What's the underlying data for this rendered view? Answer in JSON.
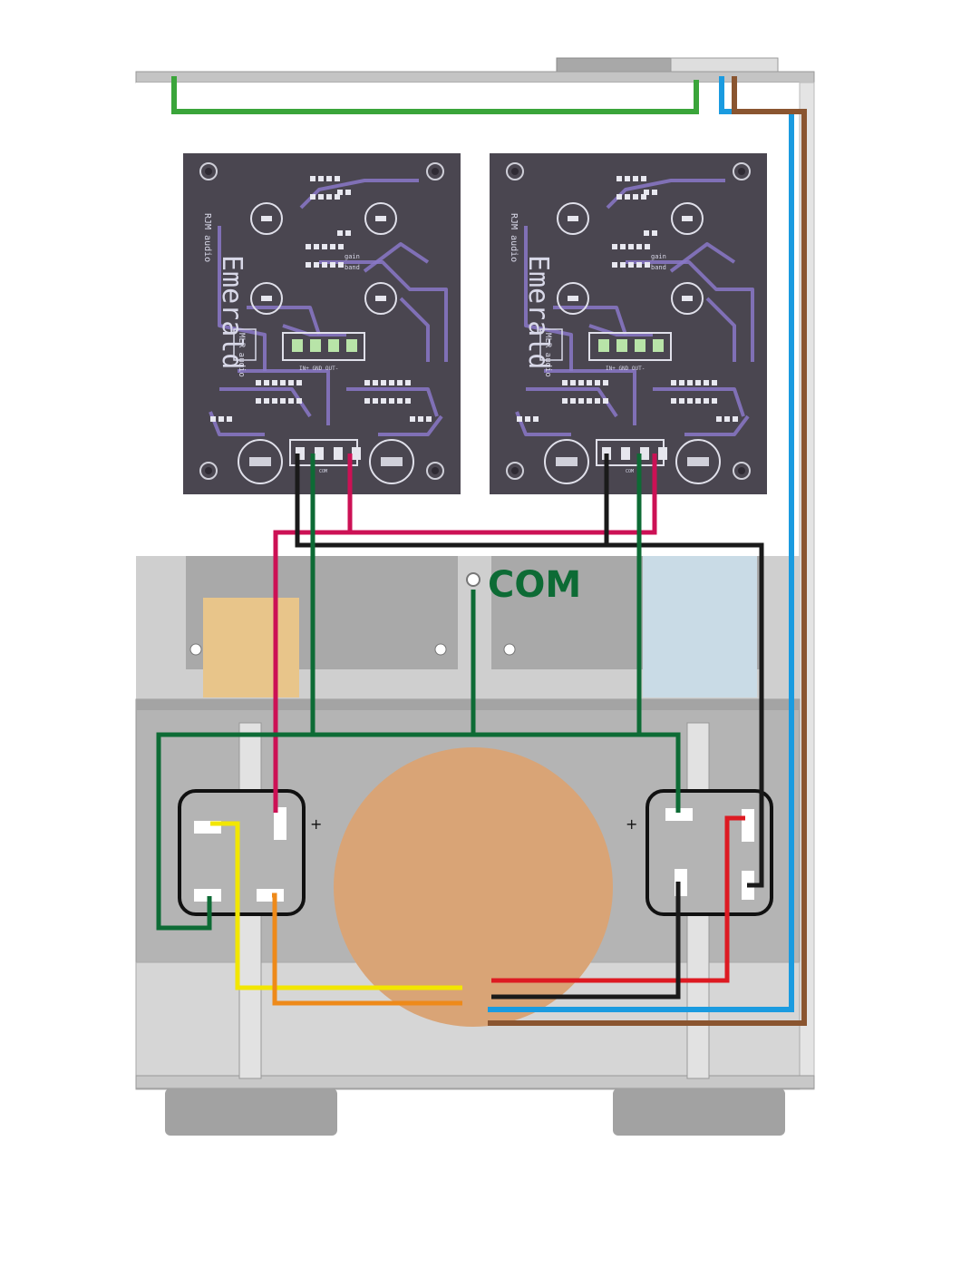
{
  "diagram": {
    "com_label": "COM",
    "plus_left": "+",
    "plus_right": "+",
    "boards": [
      {
        "name_text": "Emerald",
        "brand_text": "RJM audio",
        "logo_text": "MLR audio",
        "labels": {
          "gain": "gain",
          "band": "band",
          "com": "COM",
          "inout": "IN+ GND OUT-"
        }
      },
      {
        "name_text": "Emerald",
        "brand_text": "RJM audio",
        "logo_text": "MLR audio",
        "labels": {
          "gain": "gain",
          "band": "band",
          "com": "COM",
          "inout": "IN+ GND OUT-"
        }
      }
    ],
    "wire_colors": {
      "green_top": "#3aa53a",
      "dark_green": "#0d6b35",
      "magenta": "#cc1155",
      "black": "#1a1a1a",
      "blue": "#1a9be0",
      "brown": "#8a5530",
      "yellow": "#f2e600",
      "orange": "#ee8a1a",
      "red": "#dd1a22"
    },
    "colors": {
      "pcb": "#4a4650",
      "traces": "#8a78c8",
      "toroid": "#d9a476",
      "chassis": "#c8c8c8",
      "com_text": "#0d6b35"
    }
  }
}
